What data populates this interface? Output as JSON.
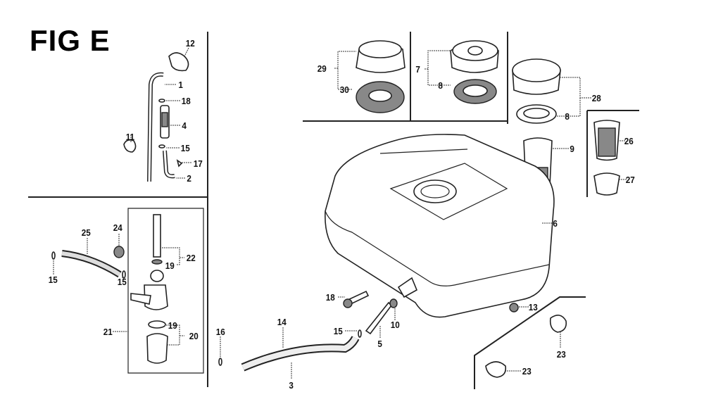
{
  "figure": {
    "title": "FIG E"
  },
  "callouts": [
    "12",
    "1",
    "18",
    "4",
    "15",
    "17",
    "2",
    "11",
    "25",
    "24",
    "22",
    "19",
    "15",
    "15",
    "21",
    "19",
    "20",
    "16",
    "14",
    "3",
    "15",
    "5",
    "10",
    "18",
    "6",
    "9",
    "29",
    "30",
    "7",
    "8",
    "28",
    "8",
    "26",
    "27",
    "13",
    "23",
    "23"
  ]
}
